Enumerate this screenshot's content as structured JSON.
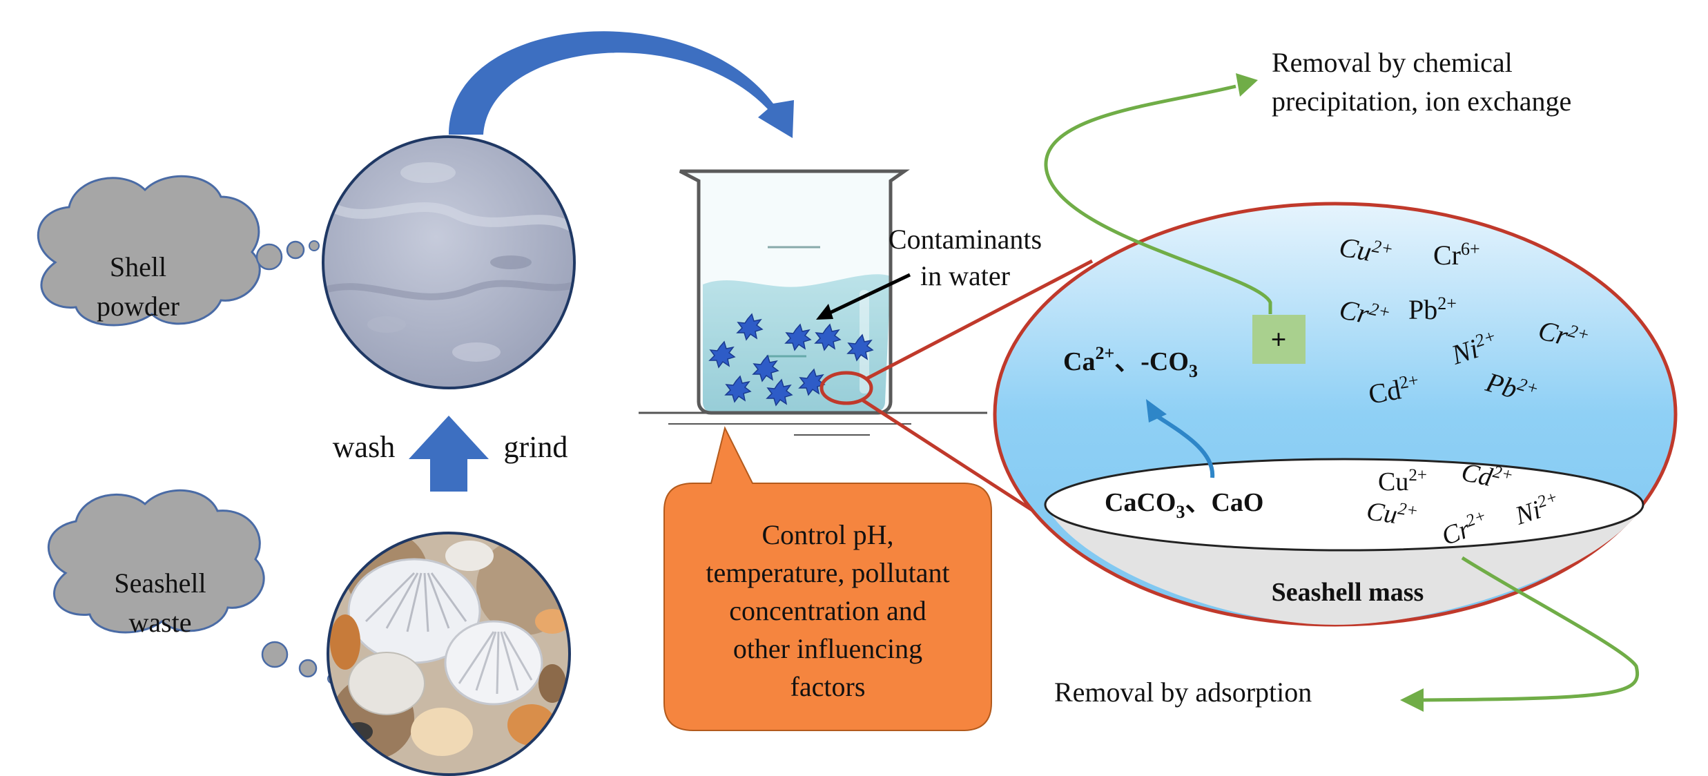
{
  "clouds": {
    "shell_powder": [
      "Shell",
      "powder"
    ],
    "seashell_waste": [
      "Seashell",
      "waste"
    ]
  },
  "process": {
    "wash": "wash",
    "grind": "grind"
  },
  "beaker": {
    "contaminants": [
      "Contaminants",
      "in water"
    ]
  },
  "control_box": [
    "Control pH,",
    "temperature, pollutant",
    "concentration and",
    "other influencing",
    "factors"
  ],
  "ellipse": {
    "plus": "+",
    "ca_co3_label": {
      "a": "Ca",
      "a_sup": "2+",
      "b": "、-CO",
      "b_sub": "3"
    },
    "caco3_cao": {
      "a": "CaCO",
      "a_sub": "3",
      "b": "、CaO"
    },
    "seashell_mass": "Seashell mass",
    "ions_solution": [
      {
        "el": "Cu",
        "sup": "2+"
      },
      {
        "el": "Cr",
        "sup": "6+"
      },
      {
        "el": "Cr",
        "sup": "2+"
      },
      {
        "el": "Pb",
        "sup": "2+"
      },
      {
        "el": "Ni",
        "sup": "2+"
      },
      {
        "el": "Cr",
        "sup": "2+"
      },
      {
        "el": "Cd",
        "sup": "2+"
      },
      {
        "el": "Pb",
        "sup": "2+"
      }
    ],
    "ions_surface": [
      {
        "el": "Cu",
        "sup": "2+"
      },
      {
        "el": "Cd",
        "sup": "2+"
      },
      {
        "el": "Cu",
        "sup": "2+"
      },
      {
        "el": "Cr",
        "sup": "2+"
      },
      {
        "el": "Ni",
        "sup": "2+"
      }
    ]
  },
  "outcomes": {
    "chemical": [
      "Removal by chemical",
      "precipitation, ion exchange"
    ],
    "adsorption": "Removal by adsorption"
  },
  "colors": {
    "blue_arrow": "#3d6fc1",
    "green_arrow": "#70ad47",
    "red_line": "#c0392b",
    "orange_box": "#f5853f",
    "cloud_gray": "#a6a6a6",
    "ellipse_blue": "#a6d8f5"
  }
}
